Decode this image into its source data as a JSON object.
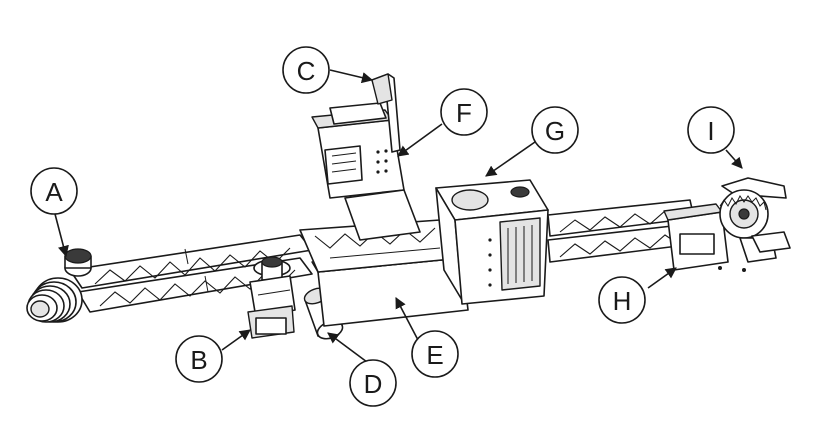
{
  "callouts": [
    {
      "id": "A",
      "label": "A"
    },
    {
      "id": "B",
      "label": "B"
    },
    {
      "id": "C",
      "label": "C"
    },
    {
      "id": "D",
      "label": "D"
    },
    {
      "id": "E",
      "label": "E"
    },
    {
      "id": "F",
      "label": "F"
    },
    {
      "id": "G",
      "label": "G"
    },
    {
      "id": "H",
      "label": "H"
    },
    {
      "id": "I",
      "label": "I"
    }
  ],
  "colors": {
    "line": "#1a1a1a",
    "background": "#ffffff",
    "shade": "#e4e4e4"
  }
}
